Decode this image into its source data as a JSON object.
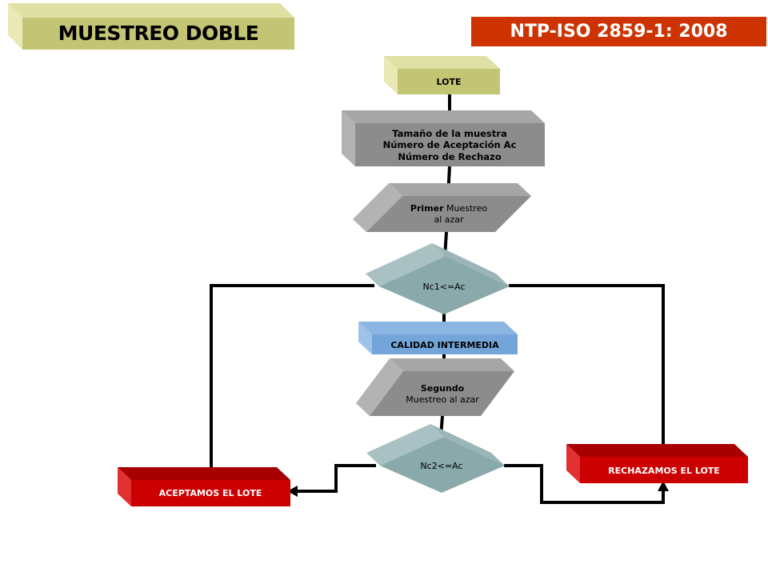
{
  "header": {
    "main_title": "MUESTREO DOBLE",
    "standard": "NTP-ISO 2859-1: 2008"
  },
  "nodes": {
    "lote": "LOTE",
    "sample_size": [
      "Tamaño de la muestra",
      "Número de Aceptación Ac",
      "Número de Rechazo"
    ],
    "first_sample_bold": "Primer",
    "first_sample_rest": " Muestreo",
    "first_sample_line2": "al azar",
    "decision1": "Nc1<=Ac",
    "intermediate": "CALIDAD INTERMEDIA",
    "second_sample": [
      "Segundo",
      "Muestreo al azar"
    ],
    "decision2": "Nc2<=Ac",
    "accept": "ACEPTAMOS EL LOTE",
    "reject": "RECHAZAMOS EL LOTE"
  },
  "colors": {
    "olive": "#c4c574",
    "gray": "#8c8c8c",
    "teal": "#8aa9aa",
    "blue": "#73a5d9",
    "red": "#cc0000",
    "banner": "#cc3300"
  }
}
